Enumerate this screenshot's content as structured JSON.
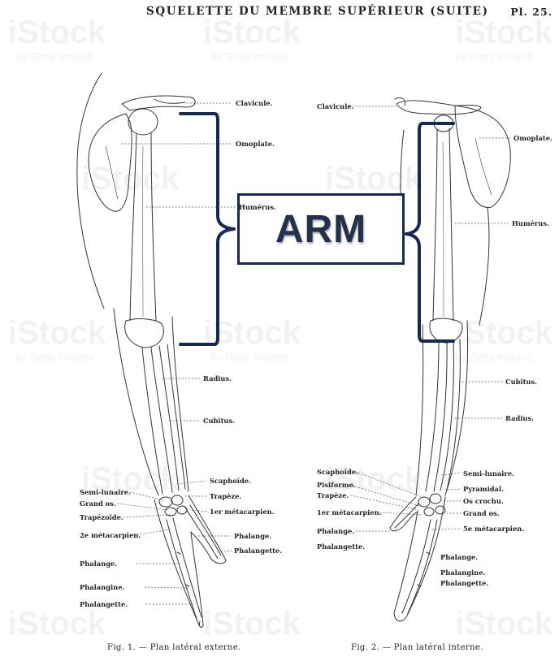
{
  "header": {
    "title": "SQUELETTE DU MEMBRE SUPÉRIEUR (SUITE)",
    "plate": "Pl. 25."
  },
  "callout": {
    "text": "ARM"
  },
  "fig1": {
    "caption": "Fig. 1. — Plan latéral externe.",
    "labels": {
      "clavicule": "Clavicule.",
      "omoplate": "Omoplate.",
      "humerus": "Humérus.",
      "radius": "Radius.",
      "cubitus": "Cubitus.",
      "scaphoide": "Scaphoïde.",
      "semi_lunaire": "Semi-lunaire.",
      "trapeze": "Trapèze.",
      "grand_os": "Grand os.",
      "premier_metacarpien": "1er métacarpien.",
      "trapezoide": "Trapézoïde.",
      "deuxieme_metacarpien": "2e métacarpien.",
      "phalange_right": "Phalange.",
      "phalangette_right": "Phalangette.",
      "phalange_left": "Phalange.",
      "phalangine": "Phalangine.",
      "phalangette_left": "Phalangette."
    }
  },
  "fig2": {
    "caption": "Fig. 2. — Plan latéral interne.",
    "labels": {
      "clavicule": "Clavicule.",
      "omoplate": "Omoplate.",
      "humerus": "Humérus.",
      "cubitus": "Cubitus.",
      "radius": "Radius.",
      "scaphoide": "Scaphoïde.",
      "semi_lunaire": "Semi-lunaire.",
      "pisiforme": "Pisiforme.",
      "pyramidal": "Pyramidal.",
      "trapeze": "Trapèze.",
      "os_crochu": "Os crochu.",
      "premier_metacarpien": "1er métacarpien.",
      "grand_os": "Grand os.",
      "phalange_left": "Phalange.",
      "cinquieme_metacarpien": "5e métacarpien.",
      "phalangette_left": "Phalangette.",
      "phalange_right": "Phalange.",
      "phalangine": "Phalangine.",
      "phalangette_right": "Phalangette."
    }
  },
  "watermark": {
    "brand": "iStock",
    "sub": "by Getty Images"
  },
  "colors": {
    "bracket": "#142a55",
    "ink": "#333333",
    "callout_text": "#22324d"
  }
}
